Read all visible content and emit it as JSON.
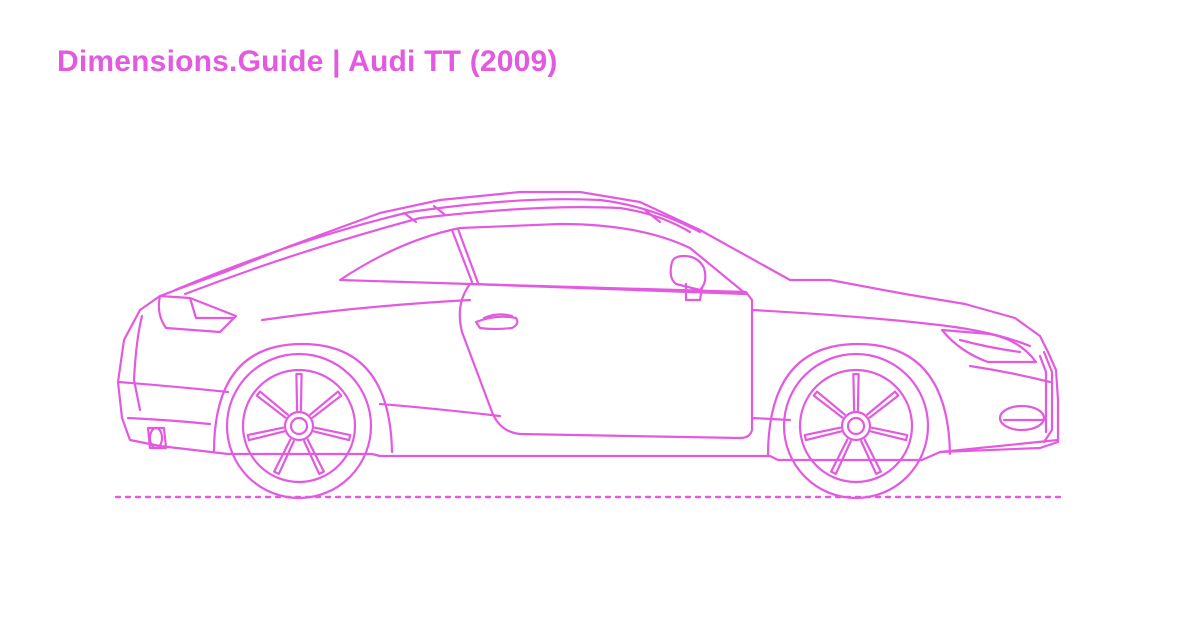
{
  "header": {
    "title": "Dimensions.Guide | Audi TT (2009)"
  },
  "colors": {
    "accent": "#e35ae0",
    "title": "#e35ae0",
    "background": "#ffffff"
  },
  "illustration": {
    "subject": "car-side-view",
    "wheel_spokes": 7
  }
}
